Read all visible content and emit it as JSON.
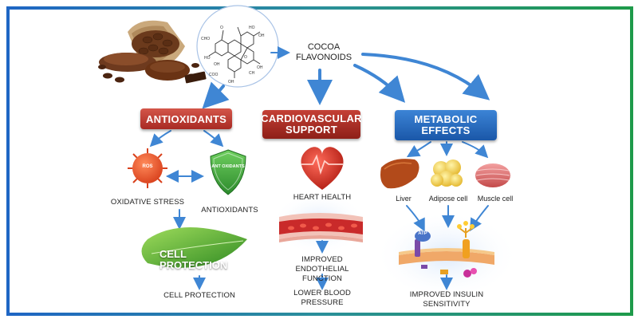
{
  "diagram": {
    "source_label": "COCOA FLAVONOIDS",
    "branches": {
      "antioxidants": {
        "heading": "ANTIOXIDANTS",
        "ros_label": "ROS",
        "shield_label": "ANT OXIDANTS",
        "oxidative_stress": "OXIDATIVE STRESS",
        "antioxidants": "ANTIOXIDANTS",
        "leaf_label": "CELL PROTECTION",
        "result": "CELL PROTECTION"
      },
      "cardiovascular": {
        "heading": "CARDIOVASCULAR SUPPORT",
        "heart_health": "HEART HEALTH",
        "endothelial": "IMPROVED ENDOTHELIAL FUNCTION",
        "result": "LOWER BLOOD PRESSURE"
      },
      "metabolic": {
        "heading": "METABOLIC EFFECTS",
        "liver": "Liver",
        "adipose": "Adipose cell",
        "muscle": "Muscle cell",
        "atp_label": "ATP",
        "result": "IMPROVED INSULIN SENSITIVITY"
      }
    },
    "colors": {
      "arrow": "#3f86d4",
      "antioxidants_header": "#b8332b",
      "cardio_header": "#a12a21",
      "metabolic_header": "#2566bd",
      "frame_left": "#1f66c4",
      "frame_right": "#1e9a4a"
    },
    "icons": [
      "cocoa-beans-icon",
      "molecule-icon",
      "ros-icon",
      "shield-icon",
      "heart-icon",
      "leaf-icon",
      "blood-vessel-icon",
      "drop-icon",
      "liver-icon",
      "adipose-cell-icon",
      "muscle-cell-icon",
      "membrane-icon"
    ]
  }
}
